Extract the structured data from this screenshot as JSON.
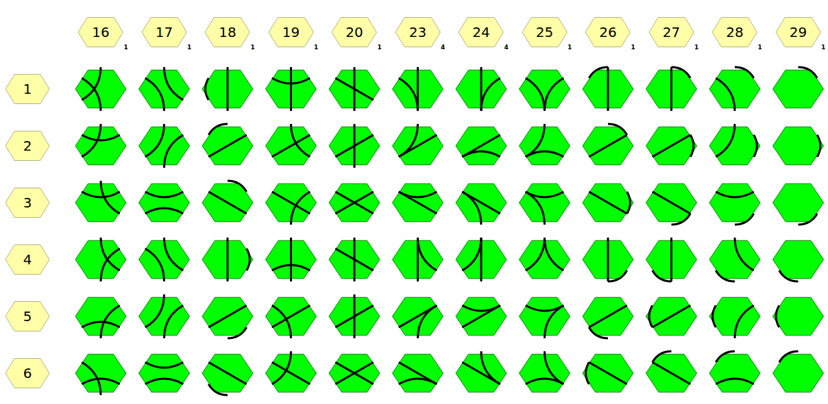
{
  "diagram": {
    "nodes": [
      {
        "text": [
          "16",
          "1"
        ]
      },
      {
        "text": [
          "17",
          "1"
        ]
      },
      {
        "text": [
          "18",
          "1"
        ]
      },
      {
        "text": [
          "19",
          "1"
        ]
      },
      {
        "text": [
          "20",
          "1"
        ]
      },
      {
        "text": [
          "23",
          "4"
        ]
      },
      {
        "text": [
          "24",
          "4"
        ]
      },
      {
        "text": [
          "25",
          "1"
        ]
      },
      {
        "text": [
          "26",
          "1"
        ]
      },
      {
        "text": [
          "27",
          "1"
        ]
      },
      {
        "text": [
          "28",
          "1"
        ]
      },
      {
        "text": [
          "29",
          "1"
        ]
      },
      {
        "text": [
          "1"
        ]
      },
      {
        "text": [
          "2"
        ]
      },
      {
        "text": [
          "3"
        ]
      },
      {
        "text": [
          "4"
        ]
      },
      {
        "text": [
          "5"
        ]
      },
      {
        "text": [
          "6"
        ]
      }
    ]
  }
}
